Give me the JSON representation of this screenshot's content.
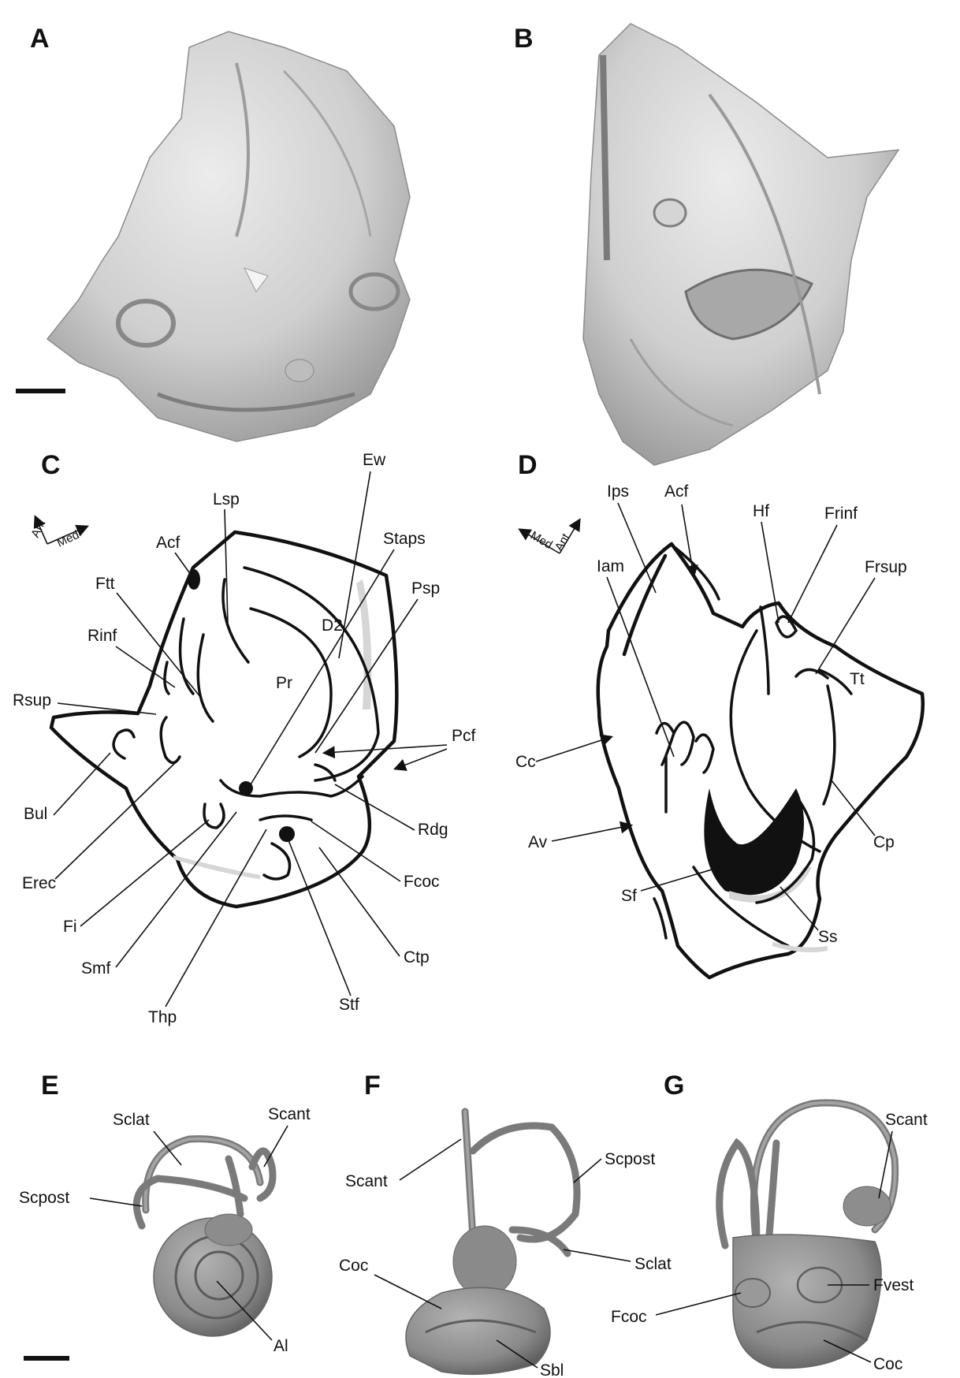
{
  "panels": {
    "a": "A",
    "b": "B",
    "c": "C",
    "d": "D",
    "e": "E",
    "f": "F",
    "g": "G"
  },
  "orientation_c": {
    "first": "Ant",
    "second": "Med"
  },
  "orientation_d": {
    "first": "Med",
    "second": "Ant"
  },
  "labels_c": {
    "lsp": "Lsp",
    "ew": "Ew",
    "acf": "Acf",
    "ftt": "Ftt",
    "staps": "Staps",
    "d2": "D2",
    "psp": "Psp",
    "rinf": "Rinf",
    "pr": "Pr",
    "rsup": "Rsup",
    "pcf": "Pcf",
    "bul": "Bul",
    "rdg": "Rdg",
    "erec": "Erec",
    "fcoc": "Fcoc",
    "fi": "Fi",
    "ctp": "Ctp",
    "smf": "Smf",
    "stf": "Stf",
    "thp": "Thp"
  },
  "labels_d": {
    "ips": "Ips",
    "acf": "Acf",
    "hf": "Hf",
    "frinf": "Frinf",
    "iam": "Iam",
    "frsup": "Frsup",
    "tt": "Tt",
    "cc": "Cc",
    "av": "Av",
    "cp": "Cp",
    "sf": "Sf",
    "ss": "Ss"
  },
  "labels_e": {
    "sclat": "Sclat",
    "scant": "Scant",
    "scpost": "Scpost",
    "al": "Al"
  },
  "labels_f": {
    "scant": "Scant",
    "scpost": "Scpost",
    "sclat": "Sclat",
    "coc": "Coc",
    "sbl": "Sbl"
  },
  "labels_g": {
    "scant": "Scant",
    "fvest": "Fvest",
    "fcoc": "Fcoc",
    "coc": "Coc"
  },
  "colors": {
    "line": "#111111",
    "bone": "#c8c8c8",
    "inner_ear": "#8a8a8a",
    "shadow": "#d6d6d6"
  }
}
